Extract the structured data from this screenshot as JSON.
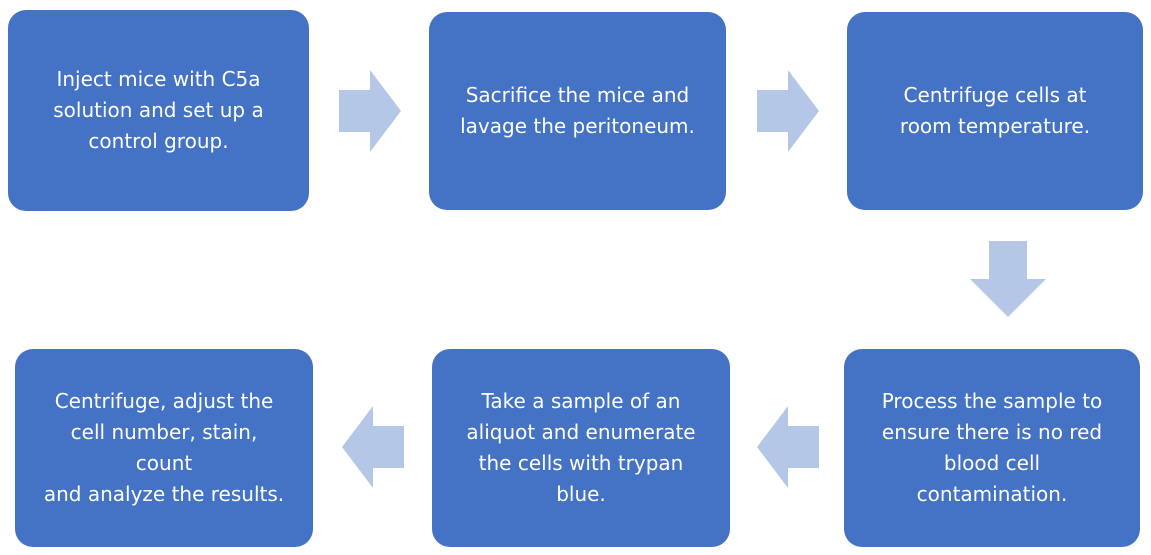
{
  "colors": {
    "box_fill": "#4472c4",
    "box_text": "#ffffff",
    "arrow_fill": "#b4c7e7",
    "background": "#ffffff"
  },
  "steps": [
    {
      "lines": [
        "Inject mice with C5a",
        "solution and set up a",
        "control group."
      ]
    },
    {
      "lines": [
        "Sacrifice the mice and",
        "lavage the peritoneum."
      ]
    },
    {
      "lines": [
        "Centrifuge cells at",
        "room temperature."
      ]
    },
    {
      "lines": [
        "Process the sample to",
        "ensure there is no red",
        "blood cell contamination."
      ]
    },
    {
      "lines": [
        "Take a sample of an",
        "aliquot and enumerate",
        "the cells with trypan blue."
      ]
    },
    {
      "lines": [
        "Centrifuge, adjust the",
        "cell number, stain, count",
        "and analyze the results."
      ]
    }
  ],
  "connectors": [
    {
      "from": 1,
      "to": 2,
      "direction": "right"
    },
    {
      "from": 2,
      "to": 3,
      "direction": "right"
    },
    {
      "from": 3,
      "to": 4,
      "direction": "down"
    },
    {
      "from": 4,
      "to": 5,
      "direction": "left"
    },
    {
      "from": 5,
      "to": 6,
      "direction": "left"
    }
  ]
}
